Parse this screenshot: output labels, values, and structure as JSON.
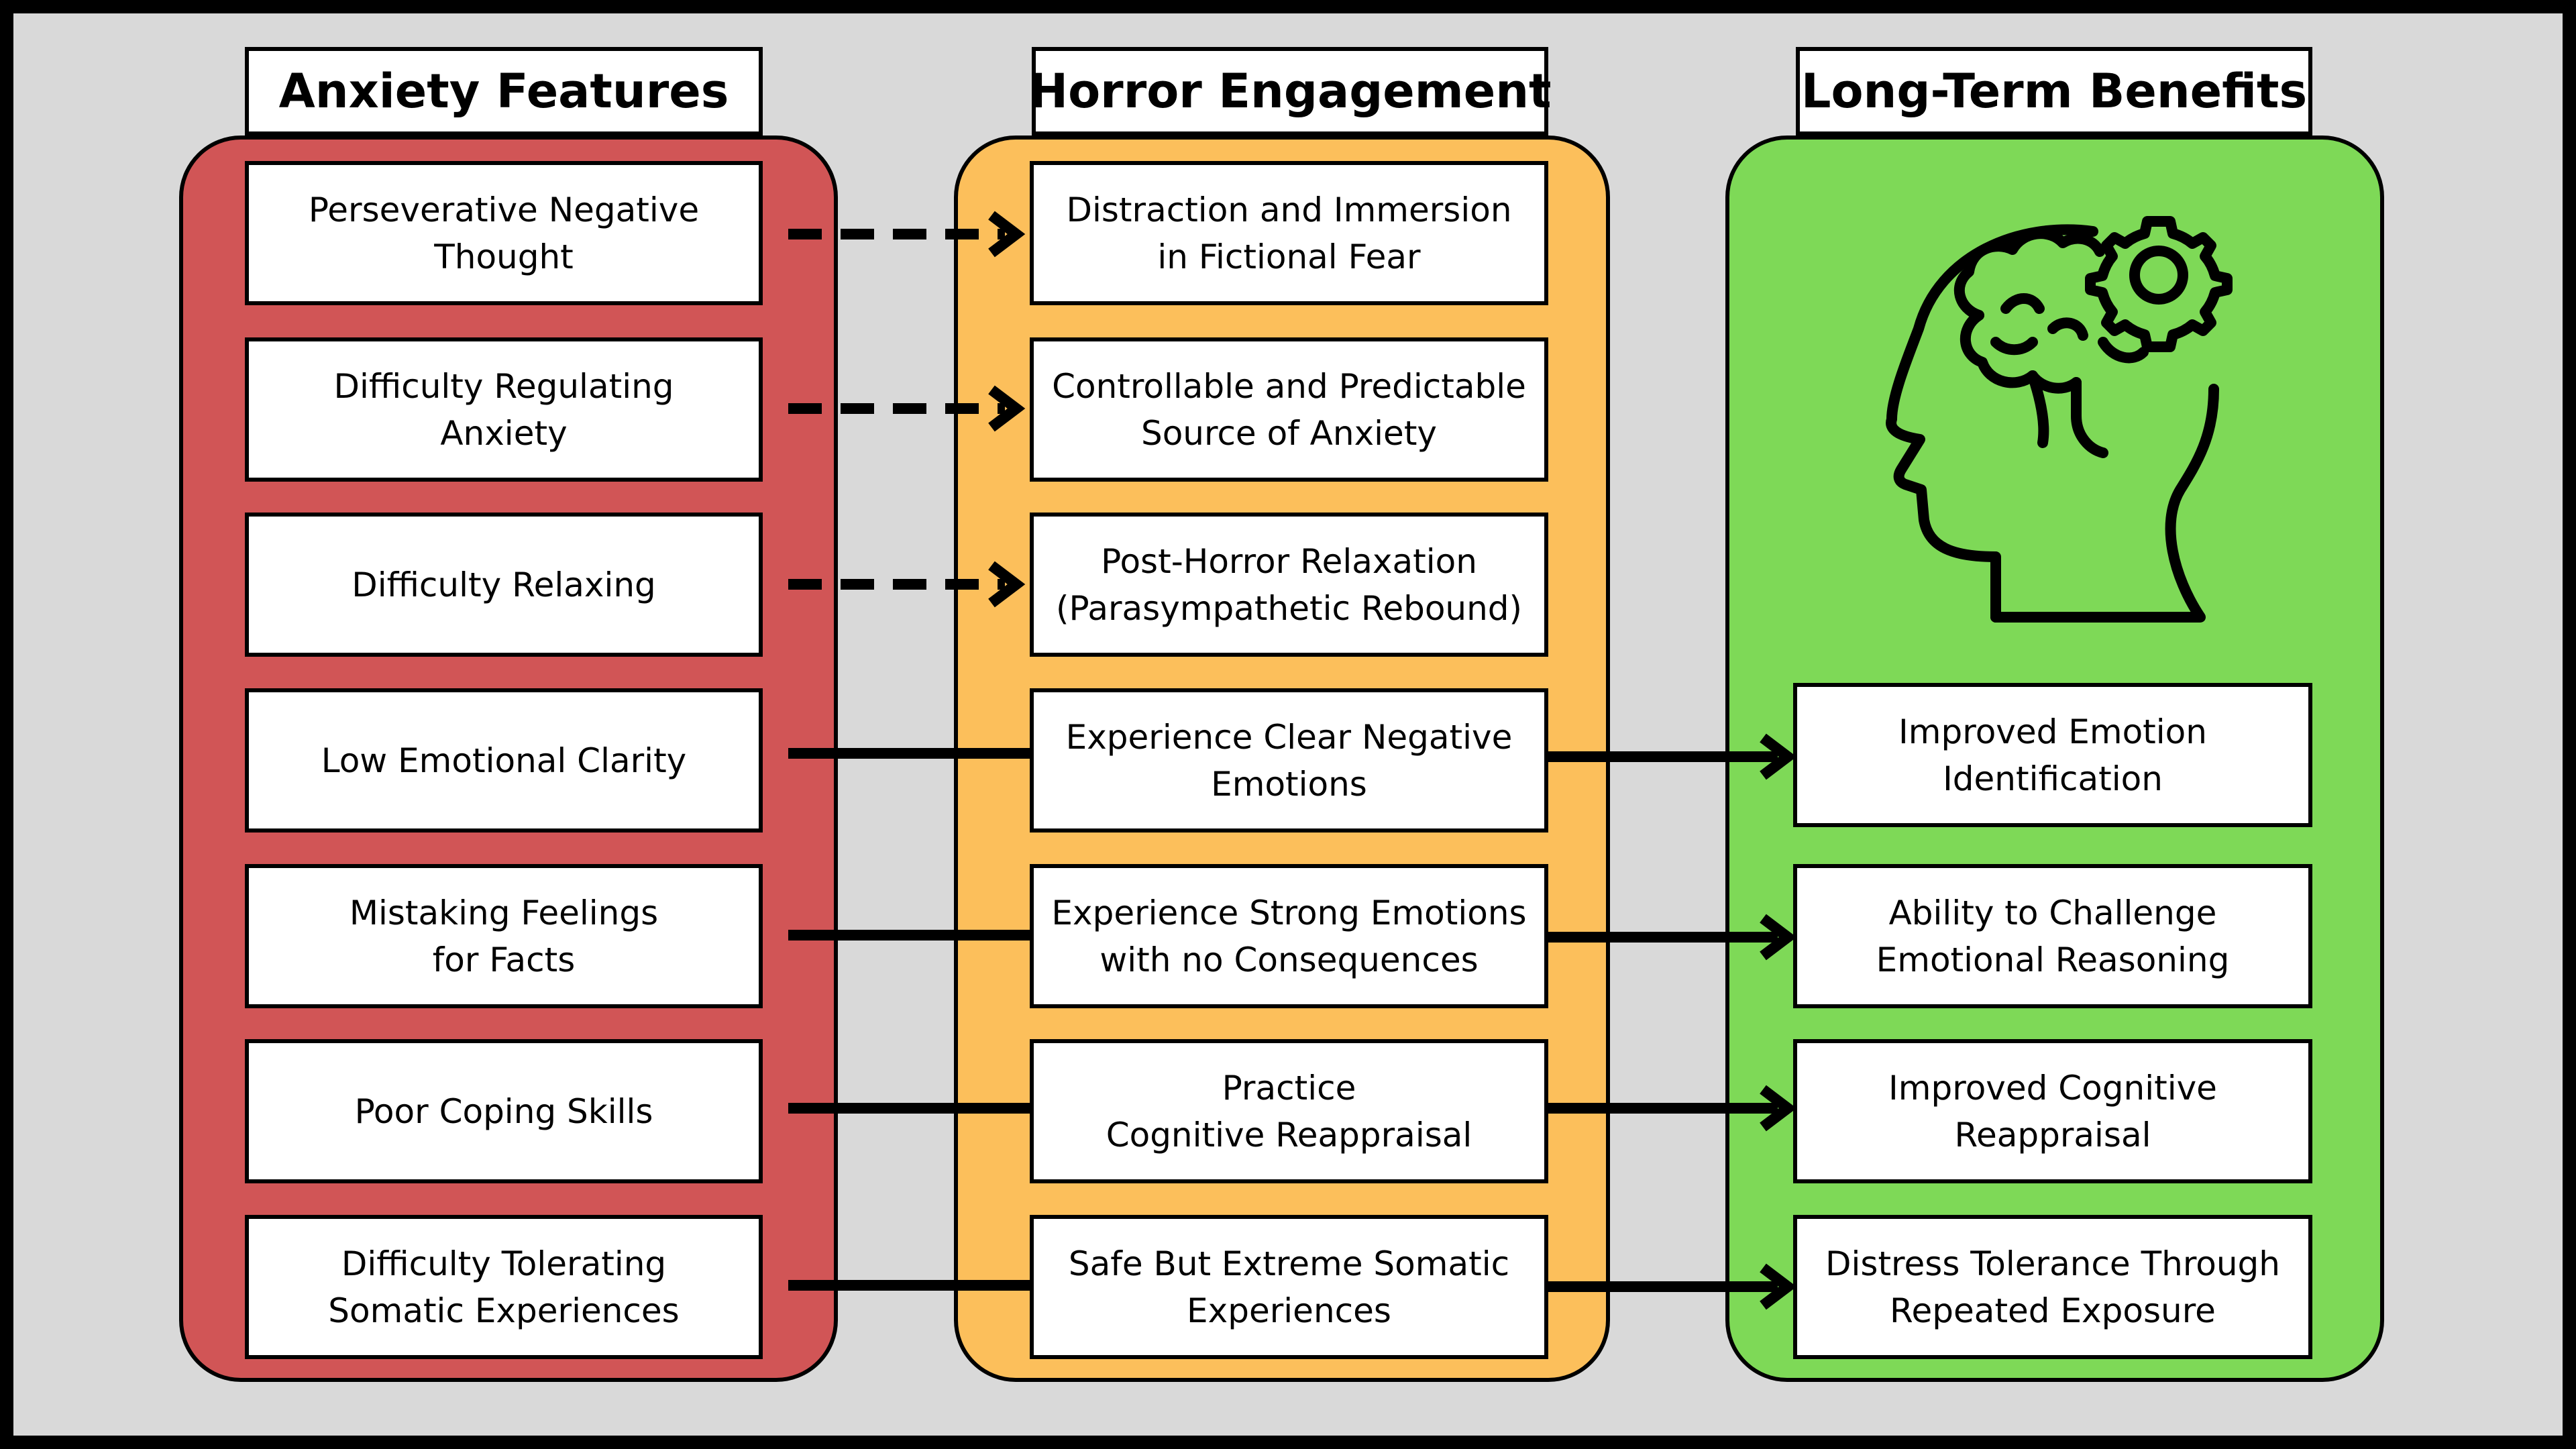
{
  "columns": {
    "anxiety": {
      "title": "Anxiety Features",
      "items": [
        "Perseverative Negative\nThought",
        "Difficulty Regulating\nAnxiety",
        "Difficulty Relaxing",
        "Low Emotional Clarity",
        "Mistaking Feelings\nfor Facts",
        "Poor Coping Skills",
        "Difficulty Tolerating\nSomatic Experiences"
      ]
    },
    "horror": {
      "title": "Horror Engagement",
      "items": [
        "Distraction and Immersion\nin Fictional Fear",
        "Controllable and Predictable\nSource of Anxiety",
        "Post-Horror Relaxation\n(Parasympathetic Rebound)",
        "Experience Clear Negative\nEmotions",
        "Experience Strong Emotions\nwith no Consequences",
        "Practice\nCognitive Reappraisal",
        "Safe But Extreme Somatic\nExperiences"
      ]
    },
    "benefits": {
      "title": "Long-Term Benefits",
      "items": [
        "Improved Emotion\nIdentification",
        "Ability to Challenge\nEmotional Reasoning",
        "Improved Cognitive\nReappraisal",
        "Distress Tolerance Through\nRepeated Exposure"
      ]
    }
  },
  "icon": "head-with-brain-and-gear-icon",
  "colors": {
    "anxiety": "#d15556",
    "horror": "#fcbf5b",
    "benefits": "#7ed957",
    "background": "#d9d9d9"
  }
}
